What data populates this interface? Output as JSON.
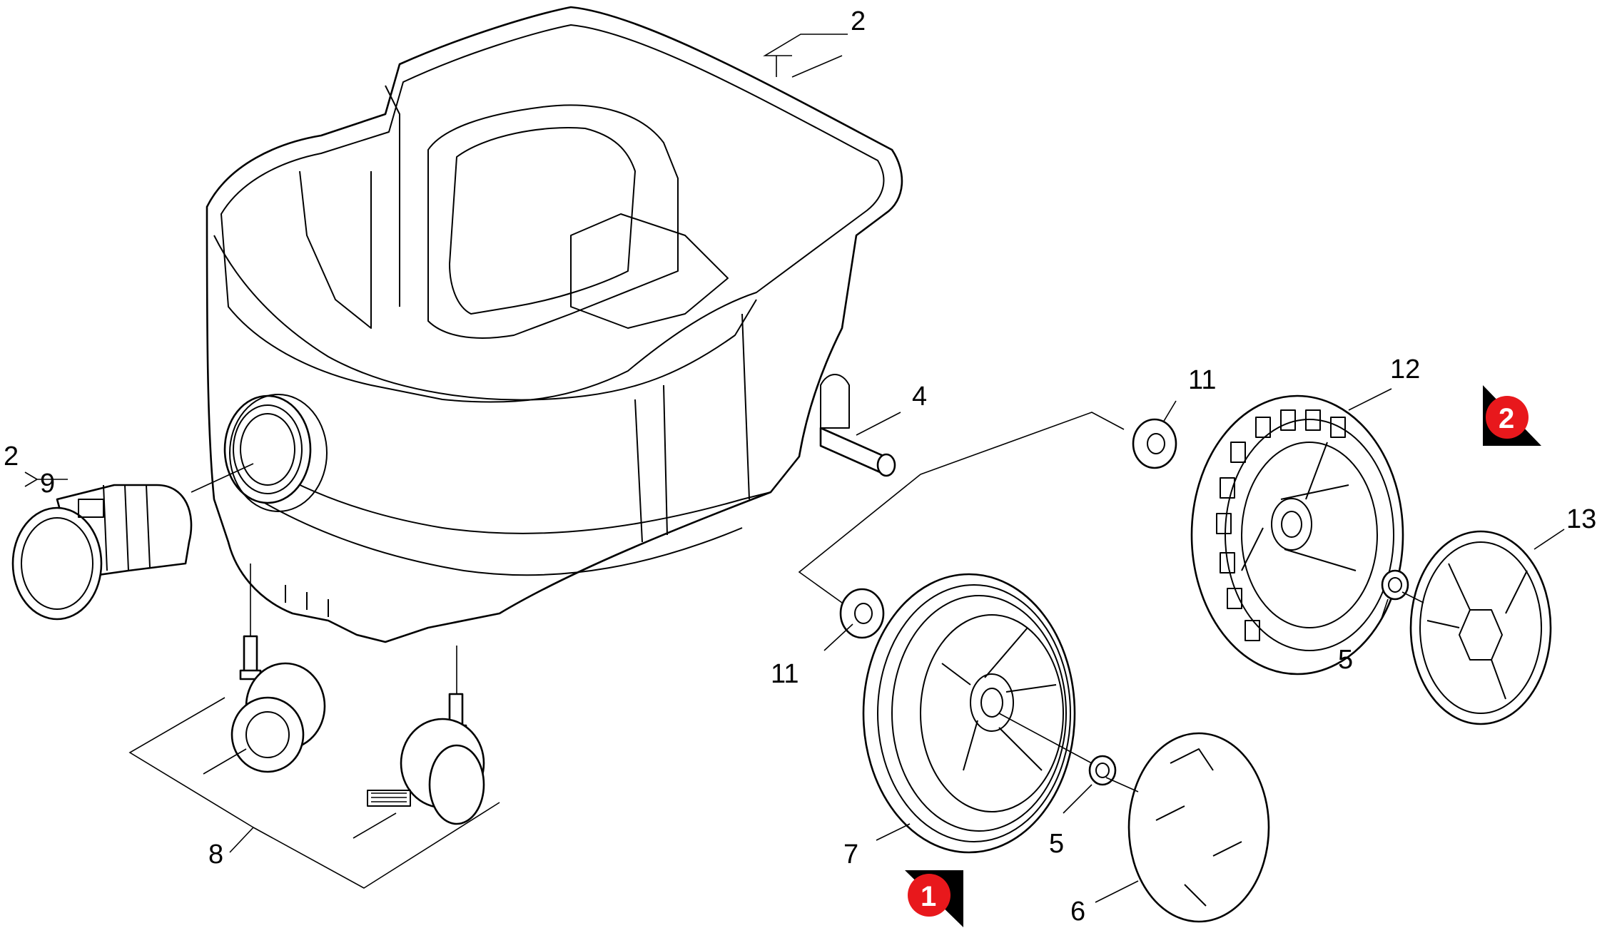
{
  "callouts": {
    "c2_top": "2",
    "c2_left": "2",
    "c9": "9",
    "c4": "4",
    "c11_right": "11",
    "c12": "12",
    "c13": "13",
    "c11_left": "11",
    "c5_right": "5",
    "c5_left": "5",
    "c7": "7",
    "c6": "6",
    "c8": "8"
  },
  "badges": {
    "view1": "1",
    "view2": "2"
  },
  "colors": {
    "line": "#000000",
    "badge_red": "#e8181c",
    "badge_shadow": "#000000",
    "background": "#ffffff"
  }
}
